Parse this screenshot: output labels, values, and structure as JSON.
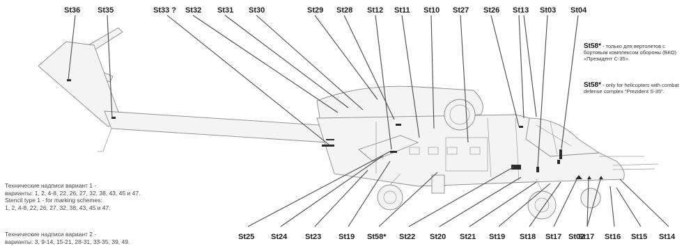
{
  "diagram": {
    "top_labels": [
      "St36",
      "St35",
      "St33 ?",
      "St32",
      "St31",
      "St30",
      "St29",
      "St28",
      "St12",
      "St11",
      "St10",
      "St27",
      "St26",
      "St13",
      "St03",
      "St04"
    ],
    "bottom_labels": [
      "St25",
      "St24",
      "St23",
      "St19",
      "St58*",
      "St22",
      "St20",
      "St21",
      "St19",
      "St18",
      "St17",
      "St02",
      "St17",
      "St16",
      "St15",
      "St14"
    ]
  },
  "notes": {
    "ru_code": "St58*",
    "ru_text": "- только для вертолетов с бортовым комплексом обороны (БКО) «Президент С-35».",
    "en_code": "St58*",
    "en_text": "- only for helicopters with combat defense complex \"Prezident S-35\"."
  },
  "legend": {
    "type1_ru_title": "Технические надписи вариант 1 -",
    "type1_ru_list": "варианты: 1, 2, 4-8, 22, 26, 27, 32, 38, 43, 45 и 47.",
    "type1_en_title": "Stencil type 1 - for marking schemes:",
    "type1_en_list": "1, 2, 4-8, 22, 26, 27, 32, 38, 43, 45 и 47.",
    "type2_ru_title": "Технические надписи вариант 2 -",
    "type2_ru_list": "варианты: 3, 9-14, 15-21, 28-31, 33-35, 39, 49."
  }
}
